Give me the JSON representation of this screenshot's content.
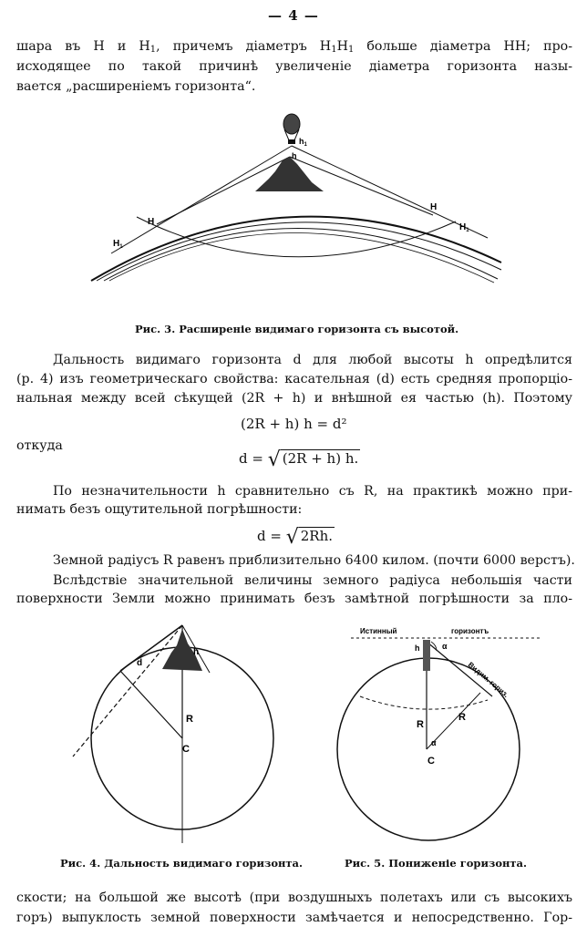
{
  "page_number": "— 4 —",
  "top_text": {
    "line1_a": "шара въ H и H",
    "line1_sub1": "1",
    "line1_b": ", причемъ діаметръ H",
    "line1_sub2": "1",
    "line1_c": "H",
    "line1_sub3": "1",
    "line1_d": " больше діаметра HH; про-",
    "line2": "исходящее по такой причинѣ увеличеніе діаметра горизонта назы-",
    "line3": "вается „расширеніемъ горизонта“."
  },
  "figure3": {
    "caption": "Рис. 3. Расширеніе видимаго горизонта съ высотой.",
    "labels": {
      "h1": "h",
      "h1_sub": "1",
      "h": "h",
      "H_left": "H",
      "H1_left": "H",
      "H1_left_sub": "1",
      "H_right": "H",
      "H1_right": "H",
      "H1_right_sub": "1"
    }
  },
  "paragraph1": {
    "line1": "Дальность видимаго горизонта d для любой высоты h опредѣлится",
    "line2": "(р. 4) изъ геометрическаго свойства: касательная (d) есть средняя пропорціо-",
    "line3": "нальная между всей сѣкущей (2R + h) и внѣшной ея частью (h). Поэтому"
  },
  "formula1": "(2R + h) h = d²",
  "otkuda": "откуда",
  "formula2": {
    "left": "d =",
    "radical": "(2R + h) h."
  },
  "paragraph2": {
    "line1": "По незначительности h сравнительно съ R, на практикѣ можно при-",
    "line2": "нимать безъ ощутительной погрѣшности:"
  },
  "formula3": {
    "left": "d =",
    "radical": "2Rh."
  },
  "paragraph3": {
    "line1": "Земной радіусъ R равенъ приблизительно 6400 килом. (почти 6000 верстъ)."
  },
  "paragraph4": {
    "line1": "Вслѣдствіе значительной величины земного радіуса небольшія части",
    "line2": "поверхности Земли можно принимать безъ замѣтной погрѣшности за пло-"
  },
  "figure4": {
    "caption": "Рис. 4. Дальность видимаго горизонта.",
    "labels": {
      "d": "d",
      "h": "h",
      "R": "R",
      "C": "C"
    }
  },
  "figure5": {
    "caption": "Рис. 5. Пониженіе горизонта.",
    "labels": {
      "true_horizon_1": "Истинный",
      "true_horizon_2": "горизонтъ",
      "h": "h",
      "alpha_top": "α",
      "visible_horizon": "Видим. гориз.",
      "R_left": "R",
      "R_right": "R",
      "alpha_center": "α",
      "C": "C"
    }
  },
  "bottom_text": {
    "line1": "скости; на большой же высотѣ (при воздушныхъ полетахъ или съ высокихъ",
    "line2": "горъ) выпуклость земной поверхности замѣчается и непосредственно. Гор-"
  }
}
